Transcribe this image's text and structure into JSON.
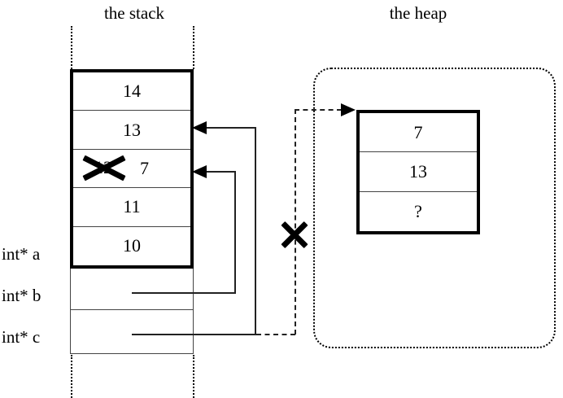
{
  "diagram": {
    "stack": {
      "title": "the stack",
      "cells": [
        {
          "value": "14",
          "struck": false
        },
        {
          "value": "13",
          "struck": false
        },
        {
          "value": "12",
          "struck": true,
          "new_value": "7"
        },
        {
          "value": "11",
          "struck": false
        },
        {
          "value": "10",
          "struck": false
        }
      ],
      "variables": [
        {
          "label": "int* a"
        },
        {
          "label": "int* b"
        },
        {
          "label": "int* c"
        }
      ]
    },
    "heap": {
      "title": "the heap",
      "cells": [
        {
          "value": "7"
        },
        {
          "value": "13"
        },
        {
          "value": "?"
        }
      ]
    },
    "annotations": {
      "strikeout_old_stack_value": "x-mark-over-12",
      "invalidated_heap_pointer": "x-mark-over-dashed-arrow"
    },
    "colors": {
      "ink": "#000000",
      "line": "#222222",
      "background": "#ffffff"
    }
  }
}
